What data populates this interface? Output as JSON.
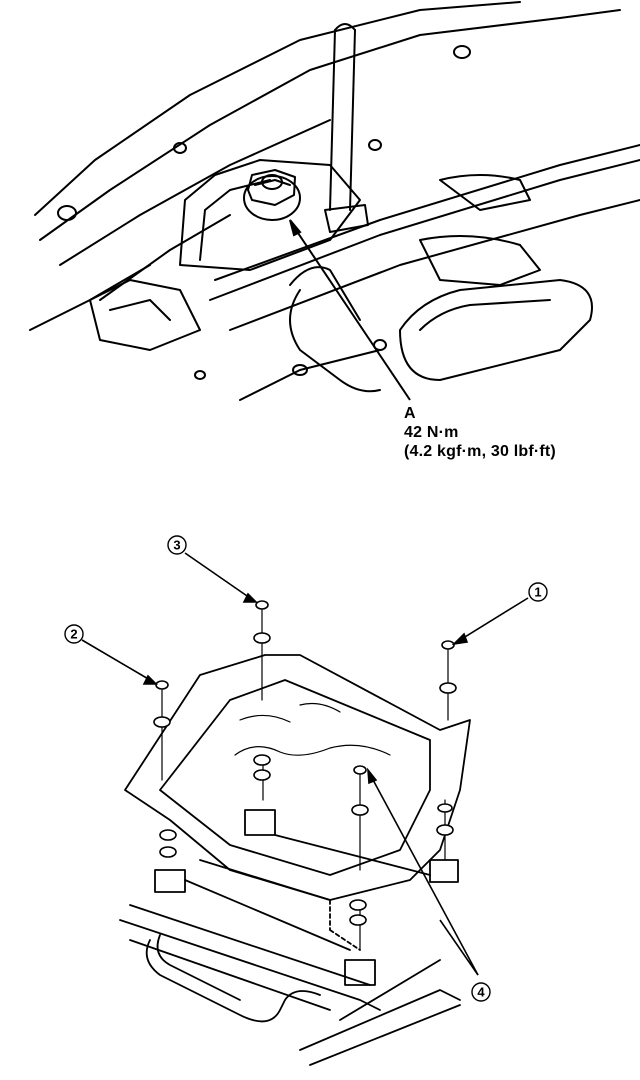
{
  "spec": {
    "letter": "A",
    "torque_metric": "42 N·m",
    "torque_alt": "(4.2 kgf·m, 30 lbf·ft)"
  },
  "callouts": {
    "c1": "1",
    "c2": "2",
    "c3": "3",
    "c4": "4"
  }
}
